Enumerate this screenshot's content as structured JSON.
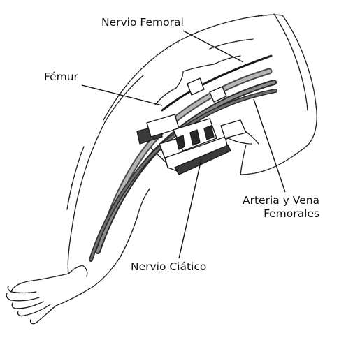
{
  "labels": {
    "nervio_femoral": "Nervio Femoral",
    "femur": "Fémur",
    "arteria_vena_line1": "Arteria y Vena",
    "arteria_vena_line2": "Femorales",
    "nervio_ciatico": "Nervio Ciático"
  },
  "colors": {
    "ink": "#1a1a1a",
    "bone": "#9a9a9a",
    "vessel": "#6e6e6e",
    "background": "#ffffff"
  }
}
